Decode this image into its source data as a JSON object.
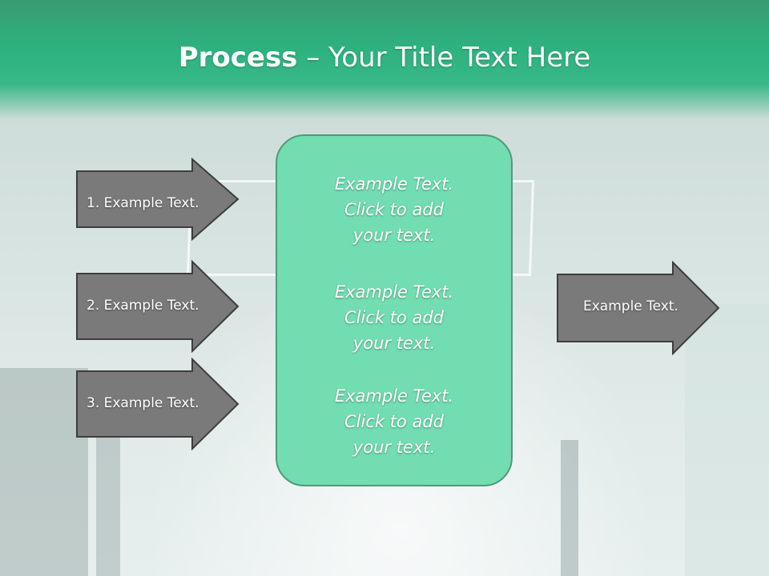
{
  "slide": {
    "title_bold": "Process",
    "title_rest": " – Your Title Text Here",
    "left_arrows": [
      {
        "label": "1. Example Text."
      },
      {
        "label": "2. Example Text."
      },
      {
        "label": "3. Example Text."
      }
    ],
    "center_blocks": [
      {
        "text": "Example Text.\nClick  to add\nyour text."
      },
      {
        "text": "Example Text.\nClick  to add\nyour text."
      },
      {
        "text": "Example Text.\nClick  to add\nyour text."
      }
    ],
    "right_arrow": {
      "label": "Example Text."
    }
  },
  "colors": {
    "title_band": "#2db27e",
    "arrow_fill": "#7a7a7a",
    "arrow_stroke": "#3d3d3d",
    "center_box_fill": "#72ddb1",
    "center_box_border": "#4f9a7c"
  }
}
